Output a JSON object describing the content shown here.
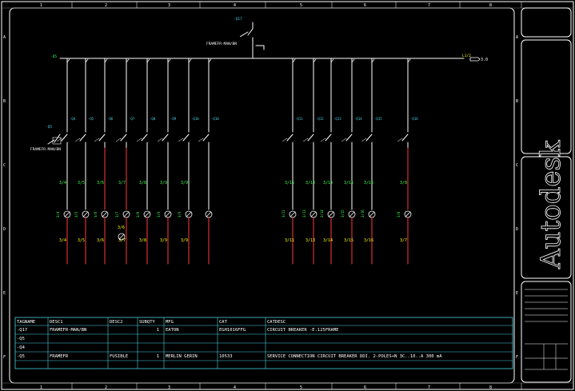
{
  "drawing": {
    "border_numbers_top": [
      "1",
      "2",
      "3",
      "4",
      "5",
      "6",
      "7",
      "8"
    ],
    "border_numbers_bottom": [
      "1",
      "2",
      "3",
      "4",
      "5",
      "6",
      "7",
      "8"
    ],
    "border_letters": [
      "A",
      "B",
      "C",
      "D",
      "E",
      "F"
    ],
    "main_breaker": {
      "tag": "-Q17",
      "desc": "FRAMEFR-MAN/BN"
    },
    "left_feed_label": "-Q5",
    "right_feed_label": "L1/2",
    "right_arrow_label": "3.0",
    "left_breaker": {
      "tag": "-Q5",
      "desc": "FRAMEFR-MAN/BN"
    },
    "left_bank_tags": [
      "-Q4",
      "-Q5",
      "-Q6",
      "-Q7",
      "-Q8",
      "-Q9",
      "-Q10",
      "-Q10"
    ],
    "right_bank_tags": [
      "-Q11",
      "-Q12",
      "-Q13",
      "-Q14",
      "-Q15",
      "-Q16"
    ],
    "left_top_wires": [
      "3/4",
      "3/5",
      "3/6",
      "3/7",
      "3/8",
      "3/9",
      "3/9"
    ],
    "right_top_wires": [
      "3/11",
      "3/13",
      "3/14",
      "3/15",
      "3/16",
      "3/8"
    ],
    "left_bottom_wires": [
      "3/4",
      "3/5",
      "3/6",
      "3/7",
      "3/8",
      "3/9",
      "3/9"
    ],
    "right_bottom_wires": [
      "3/11",
      "3/13",
      "3/14",
      "3/15",
      "3/16",
      "3/7"
    ],
    "mid_label": "3/6",
    "brand": "Autodesk"
  },
  "table": {
    "headers": [
      "TAGNAME",
      "DESC1",
      "DESC2",
      "SUBQTY",
      "MFG",
      "CAT",
      "CATDESC"
    ],
    "rows": [
      [
        "-Q17",
        "FRAMEFR-MAN/BN",
        "",
        "1",
        "EATON",
        "EGH1016FFG",
        "CIRCUIT BREAKER -E.125FRAME"
      ],
      [
        "-Q5",
        "",
        "",
        "",
        "",
        "",
        ""
      ],
      [
        "-Q4",
        "",
        "",
        "",
        "",
        "",
        ""
      ],
      [
        "-Q5",
        "FRAMEFR",
        "FUSIBLE",
        "1",
        "MERLIN GERIN",
        "10533",
        "SERVICE CONNECTION CIRCUIT BREAKER DDI. 2-POLES+N 3C..10..A 300 mA"
      ]
    ]
  },
  "colors": {
    "background": "#000000",
    "line": "#ffffff",
    "tag": "#4dd0e1",
    "wire_number": "#3dff4a",
    "red_wire": "#ff3a3a",
    "table_line": "#4dd0e1"
  }
}
